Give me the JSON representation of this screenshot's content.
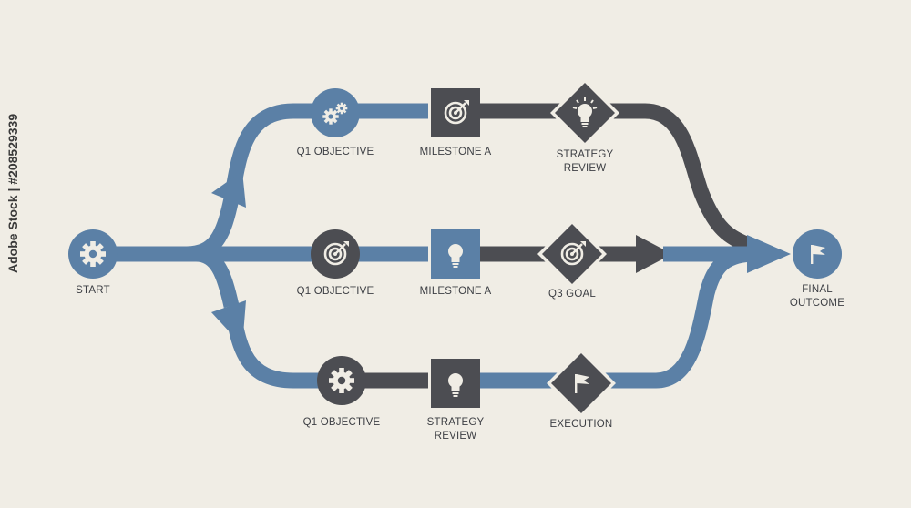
{
  "colors": {
    "blue": "#5b80a6",
    "dark": "#4c4d52",
    "icon": "#f0ede5",
    "background": "#f0ede5"
  },
  "labels": {
    "start": "START",
    "final": "FINAL\nOUTCOME",
    "top": {
      "n1": "Q1 OBJECTIVE",
      "n2": "MILESTONE A",
      "n3": "STRATEGY\nREVIEW"
    },
    "mid": {
      "n1": "Q1 OBJECTIVE",
      "n2": "MILESTONE A",
      "n3": "Q3 GOAL"
    },
    "bot": {
      "n1": "Q1 OBJECTIVE",
      "n2": "STRATEGY\nREVIEW",
      "n3": "EXECUTION"
    }
  },
  "nodes": {
    "start": {
      "shape": "circle",
      "icon": "gear-icon"
    },
    "top1": {
      "shape": "circle",
      "icon": "gears-icon"
    },
    "top2": {
      "shape": "square",
      "icon": "target-icon"
    },
    "top3": {
      "shape": "diamond",
      "icon": "lightbulb-icon"
    },
    "mid1": {
      "shape": "circle",
      "icon": "target-icon"
    },
    "mid2": {
      "shape": "square",
      "icon": "lightbulb-icon"
    },
    "mid3": {
      "shape": "diamond",
      "icon": "target-icon"
    },
    "bot1": {
      "shape": "circle",
      "icon": "gear-icon"
    },
    "bot2": {
      "shape": "square",
      "icon": "lightbulb-icon"
    },
    "bot3": {
      "shape": "diamond",
      "icon": "flag-icon"
    },
    "final": {
      "shape": "circle",
      "icon": "flag-icon"
    }
  },
  "watermark": "Adobe Stock | #208529339"
}
